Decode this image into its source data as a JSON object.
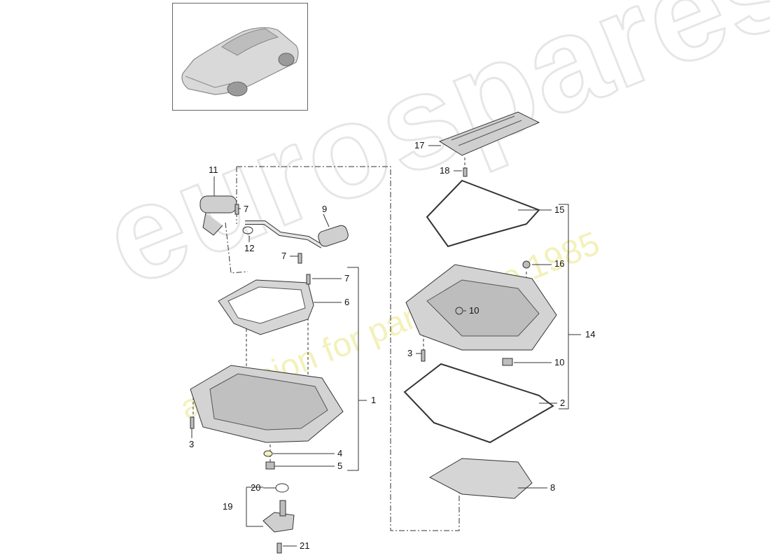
{
  "watermark": {
    "brand": "eurospares",
    "tagline": "a passion for parts since 1985"
  },
  "thumbnail": {
    "icon": "car-icon"
  },
  "callouts": [
    {
      "id": "c17",
      "label": "17"
    },
    {
      "id": "c18",
      "label": "18"
    },
    {
      "id": "c11",
      "label": "11"
    },
    {
      "id": "c7a",
      "label": "7"
    },
    {
      "id": "c9",
      "label": "9"
    },
    {
      "id": "c12",
      "label": "12"
    },
    {
      "id": "c7b",
      "label": "7"
    },
    {
      "id": "c15",
      "label": "15"
    },
    {
      "id": "c16",
      "label": "16"
    },
    {
      "id": "c7c",
      "label": "7"
    },
    {
      "id": "c6",
      "label": "6"
    },
    {
      "id": "c10a",
      "label": "10"
    },
    {
      "id": "c14",
      "label": "14"
    },
    {
      "id": "c3a",
      "label": "3"
    },
    {
      "id": "c10b",
      "label": "10"
    },
    {
      "id": "c1",
      "label": "1"
    },
    {
      "id": "c2",
      "label": "2"
    },
    {
      "id": "c3b",
      "label": "3"
    },
    {
      "id": "c4",
      "label": "4"
    },
    {
      "id": "c5",
      "label": "5"
    },
    {
      "id": "c8",
      "label": "8"
    },
    {
      "id": "c20",
      "label": "20"
    },
    {
      "id": "c19",
      "label": "19"
    },
    {
      "id": "c21",
      "label": "21"
    }
  ]
}
